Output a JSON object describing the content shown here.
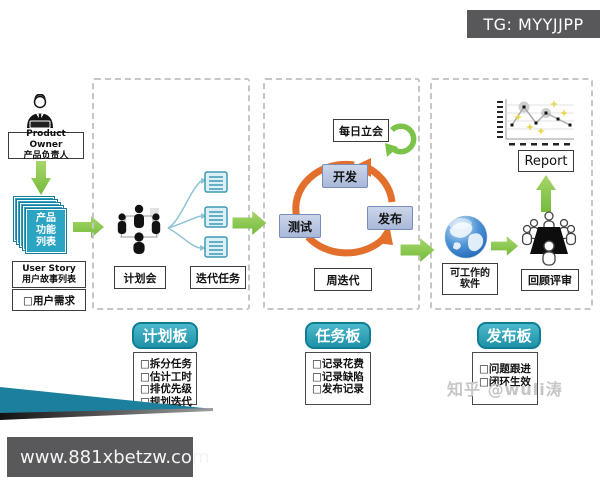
{
  "tg_banner": "TG: MYYJJPP",
  "left": {
    "product_owner_line1": "Product Owner",
    "product_owner_line2": "产品负责人",
    "backlog_line1": "产品",
    "backlog_line2": "功能",
    "backlog_line3": "列表",
    "user_story_line1": "User Story",
    "user_story_line2": "用户故事列表",
    "user_need": "□用户需求"
  },
  "plan": {
    "meeting": "计划会",
    "tasks": "迭代任务"
  },
  "sprint": {
    "daily": "每日立会",
    "dev": "开发",
    "test": "测试",
    "release": "发布",
    "weekly": "周迭代"
  },
  "deliver": {
    "report": "Report",
    "software1": "可工作的",
    "software2": "软件",
    "review": "回顾评审"
  },
  "boards": {
    "plan": {
      "title": "计划板",
      "items": [
        "□拆分任务",
        "□估计工时",
        "□排优先级",
        "□规划迭代"
      ]
    },
    "task": {
      "title": "任务板",
      "items": [
        "□记录花费",
        "□记录缺陷",
        "□发布记录"
      ]
    },
    "release": {
      "title": "发布板",
      "items": [
        "□问题跟进",
        "□闭环生效"
      ]
    }
  },
  "watermark": "知乎 @wuli涛",
  "site_banner": "www.881xbetzw.com",
  "colors": {
    "accent_green": "#8cc94f",
    "accent_orange": "#e2702c",
    "teal_card": "#2ca4c4",
    "board_teal": "#1e92a8",
    "banner_gray": "#58585a",
    "dashed_gray": "#c6c6c6",
    "step_blue": "#b9c6de"
  }
}
